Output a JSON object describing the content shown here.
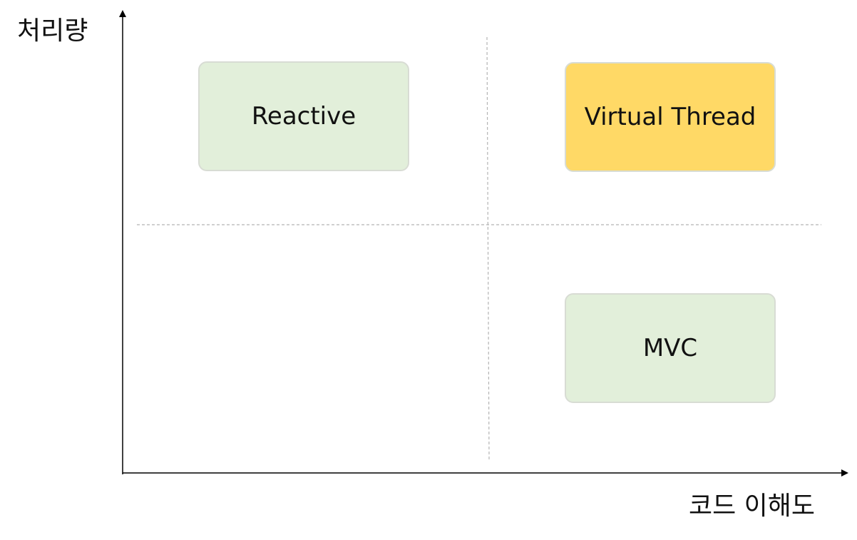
{
  "axes": {
    "y_label": "처리량",
    "x_label": "코드 이해도"
  },
  "quadrants": [
    {
      "id": "reactive",
      "label": "Reactive",
      "position": "top-left",
      "fill": "#e2efda"
    },
    {
      "id": "virtual",
      "label": "Virtual Thread",
      "position": "top-right",
      "fill": "#ffd966"
    },
    {
      "id": "mvc",
      "label": "MVC",
      "position": "bottom-right",
      "fill": "#e2efda"
    }
  ],
  "colors": {
    "axis": "#000000",
    "divider": "#b4b4b4",
    "box_border": "#d8dcd4"
  }
}
